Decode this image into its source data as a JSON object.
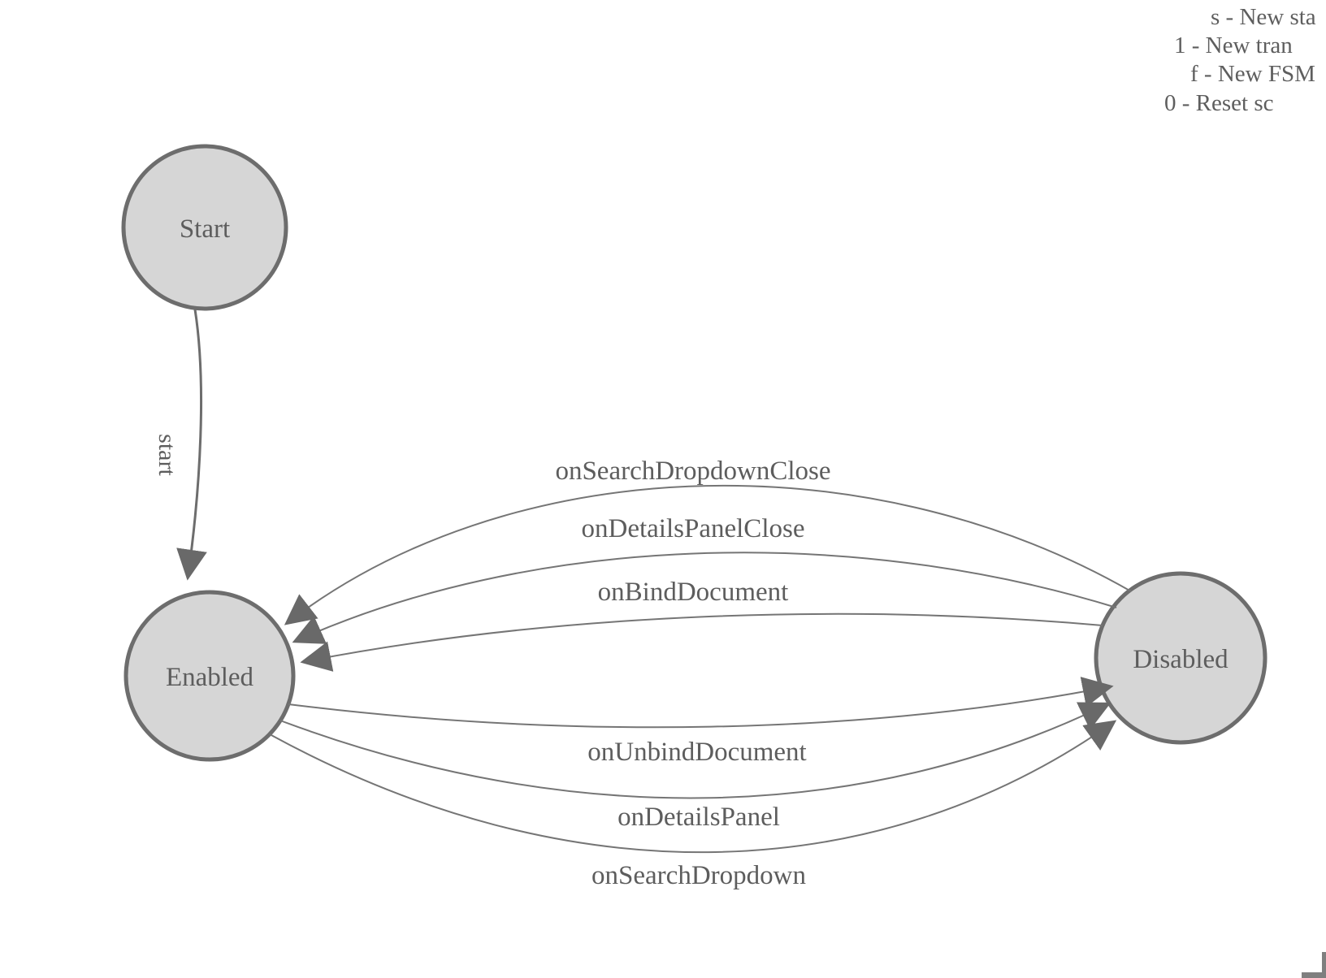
{
  "legend": {
    "items": [
      {
        "text": "s - New sta"
      },
      {
        "text": "1 - New tran"
      },
      {
        "text": "f - New FSM"
      },
      {
        "text": "0 - Reset sc"
      }
    ]
  },
  "nodes": {
    "start": {
      "label": "Start"
    },
    "enabled": {
      "label": "Enabled"
    },
    "disabled": {
      "label": "Disabled"
    }
  },
  "transitions": {
    "start_to_enabled": {
      "label": "start"
    },
    "disabled_to_enabled": [
      {
        "label": "onSearchDropdownClose"
      },
      {
        "label": "onDetailsPanelClose"
      },
      {
        "label": "onBindDocument"
      }
    ],
    "enabled_to_disabled": [
      {
        "label": "onUnbindDocument"
      },
      {
        "label": "onDetailsPanel"
      },
      {
        "label": "onSearchDropdown"
      }
    ]
  },
  "colors": {
    "node_fill": "#d6d6d6",
    "node_stroke": "#6d6d6d",
    "edge_stroke": "#757575",
    "arrowhead_fill": "#696969",
    "label_text": "#5d5d5d",
    "legend_text": "#5e5e5e"
  }
}
